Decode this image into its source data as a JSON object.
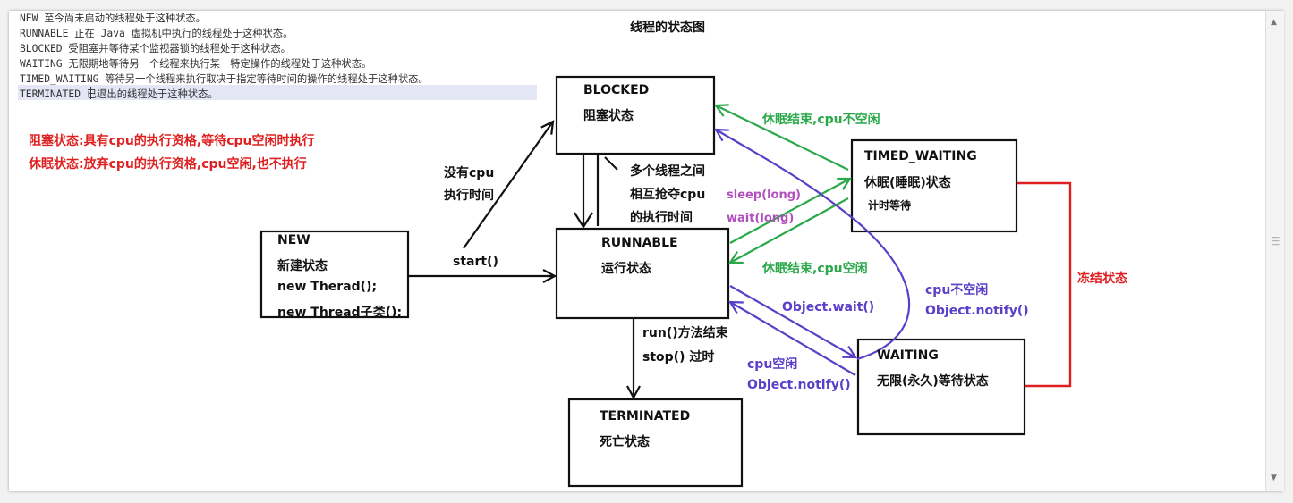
{
  "title": "线程的状态图",
  "doc_lines": [
    "NEW 至今尚未启动的线程处于这种状态。",
    "RUNNABLE 正在 Java 虚拟机中执行的线程处于这种状态。",
    "BLOCKED 受阻塞并等待某个监视器锁的线程处于这种状态。",
    "WAITING 无限期地等待另一个线程来执行某一特定操作的线程处于这种状态。",
    "TIMED_WAITING 等待另一个线程来执行取决于指定等待时间的操作的线程处于这种状态。",
    "TERMINATED 已退出的线程处于这种状态。"
  ],
  "notes": {
    "blocked_state": "阻塞状态:具有cpu的执行资格,等待cpu空闲时执行",
    "sleep_state": "休眠状态:放弃cpu的执行资格,cpu空闲,也不执行"
  },
  "states": {
    "new": {
      "name": "NEW",
      "desc": "新建状态",
      "line3": "new Therad();",
      "line4": "new Thread子类();"
    },
    "blocked": {
      "name": "BLOCKED",
      "desc": "阻塞状态"
    },
    "runnable": {
      "name": "RUNNABLE",
      "desc": "运行状态"
    },
    "timed_waiting": {
      "name": "TIMED_WAITING",
      "desc": "休眠(睡眠)状态",
      "sub": "计时等待"
    },
    "waiting": {
      "name": "WAITING",
      "desc": "无限(永久)等待状态"
    },
    "terminated": {
      "name": "TERMINATED",
      "desc": "死亡状态"
    }
  },
  "edges": {
    "start": "start()",
    "no_cpu_1": "没有cpu",
    "no_cpu_2": "执行时间",
    "compete_1": "多个线程之间",
    "compete_2": "相互抢夺cpu",
    "compete_3": "的执行时间",
    "sleep_long": "sleep(long)",
    "wait_long": "wait(long)",
    "sleep_end_busy": "休眠结束,cpu不空闲",
    "sleep_end_idle": "休眠结束,cpu空闲",
    "object_wait": "Object.wait()",
    "cpu_busy": "cpu不空闲",
    "notify_1": "Object.notify()",
    "cpu_idle": "cpu空闲",
    "notify_2": "Object.notify()",
    "run_end": "run()方法结束",
    "stop": "stop() 过时",
    "freeze": "冻结状态"
  },
  "colors": {
    "black": "#111111",
    "green": "#2aa84a",
    "purple": "#5a3fc8",
    "red": "#e02020",
    "magenta": "#b24fbf"
  }
}
